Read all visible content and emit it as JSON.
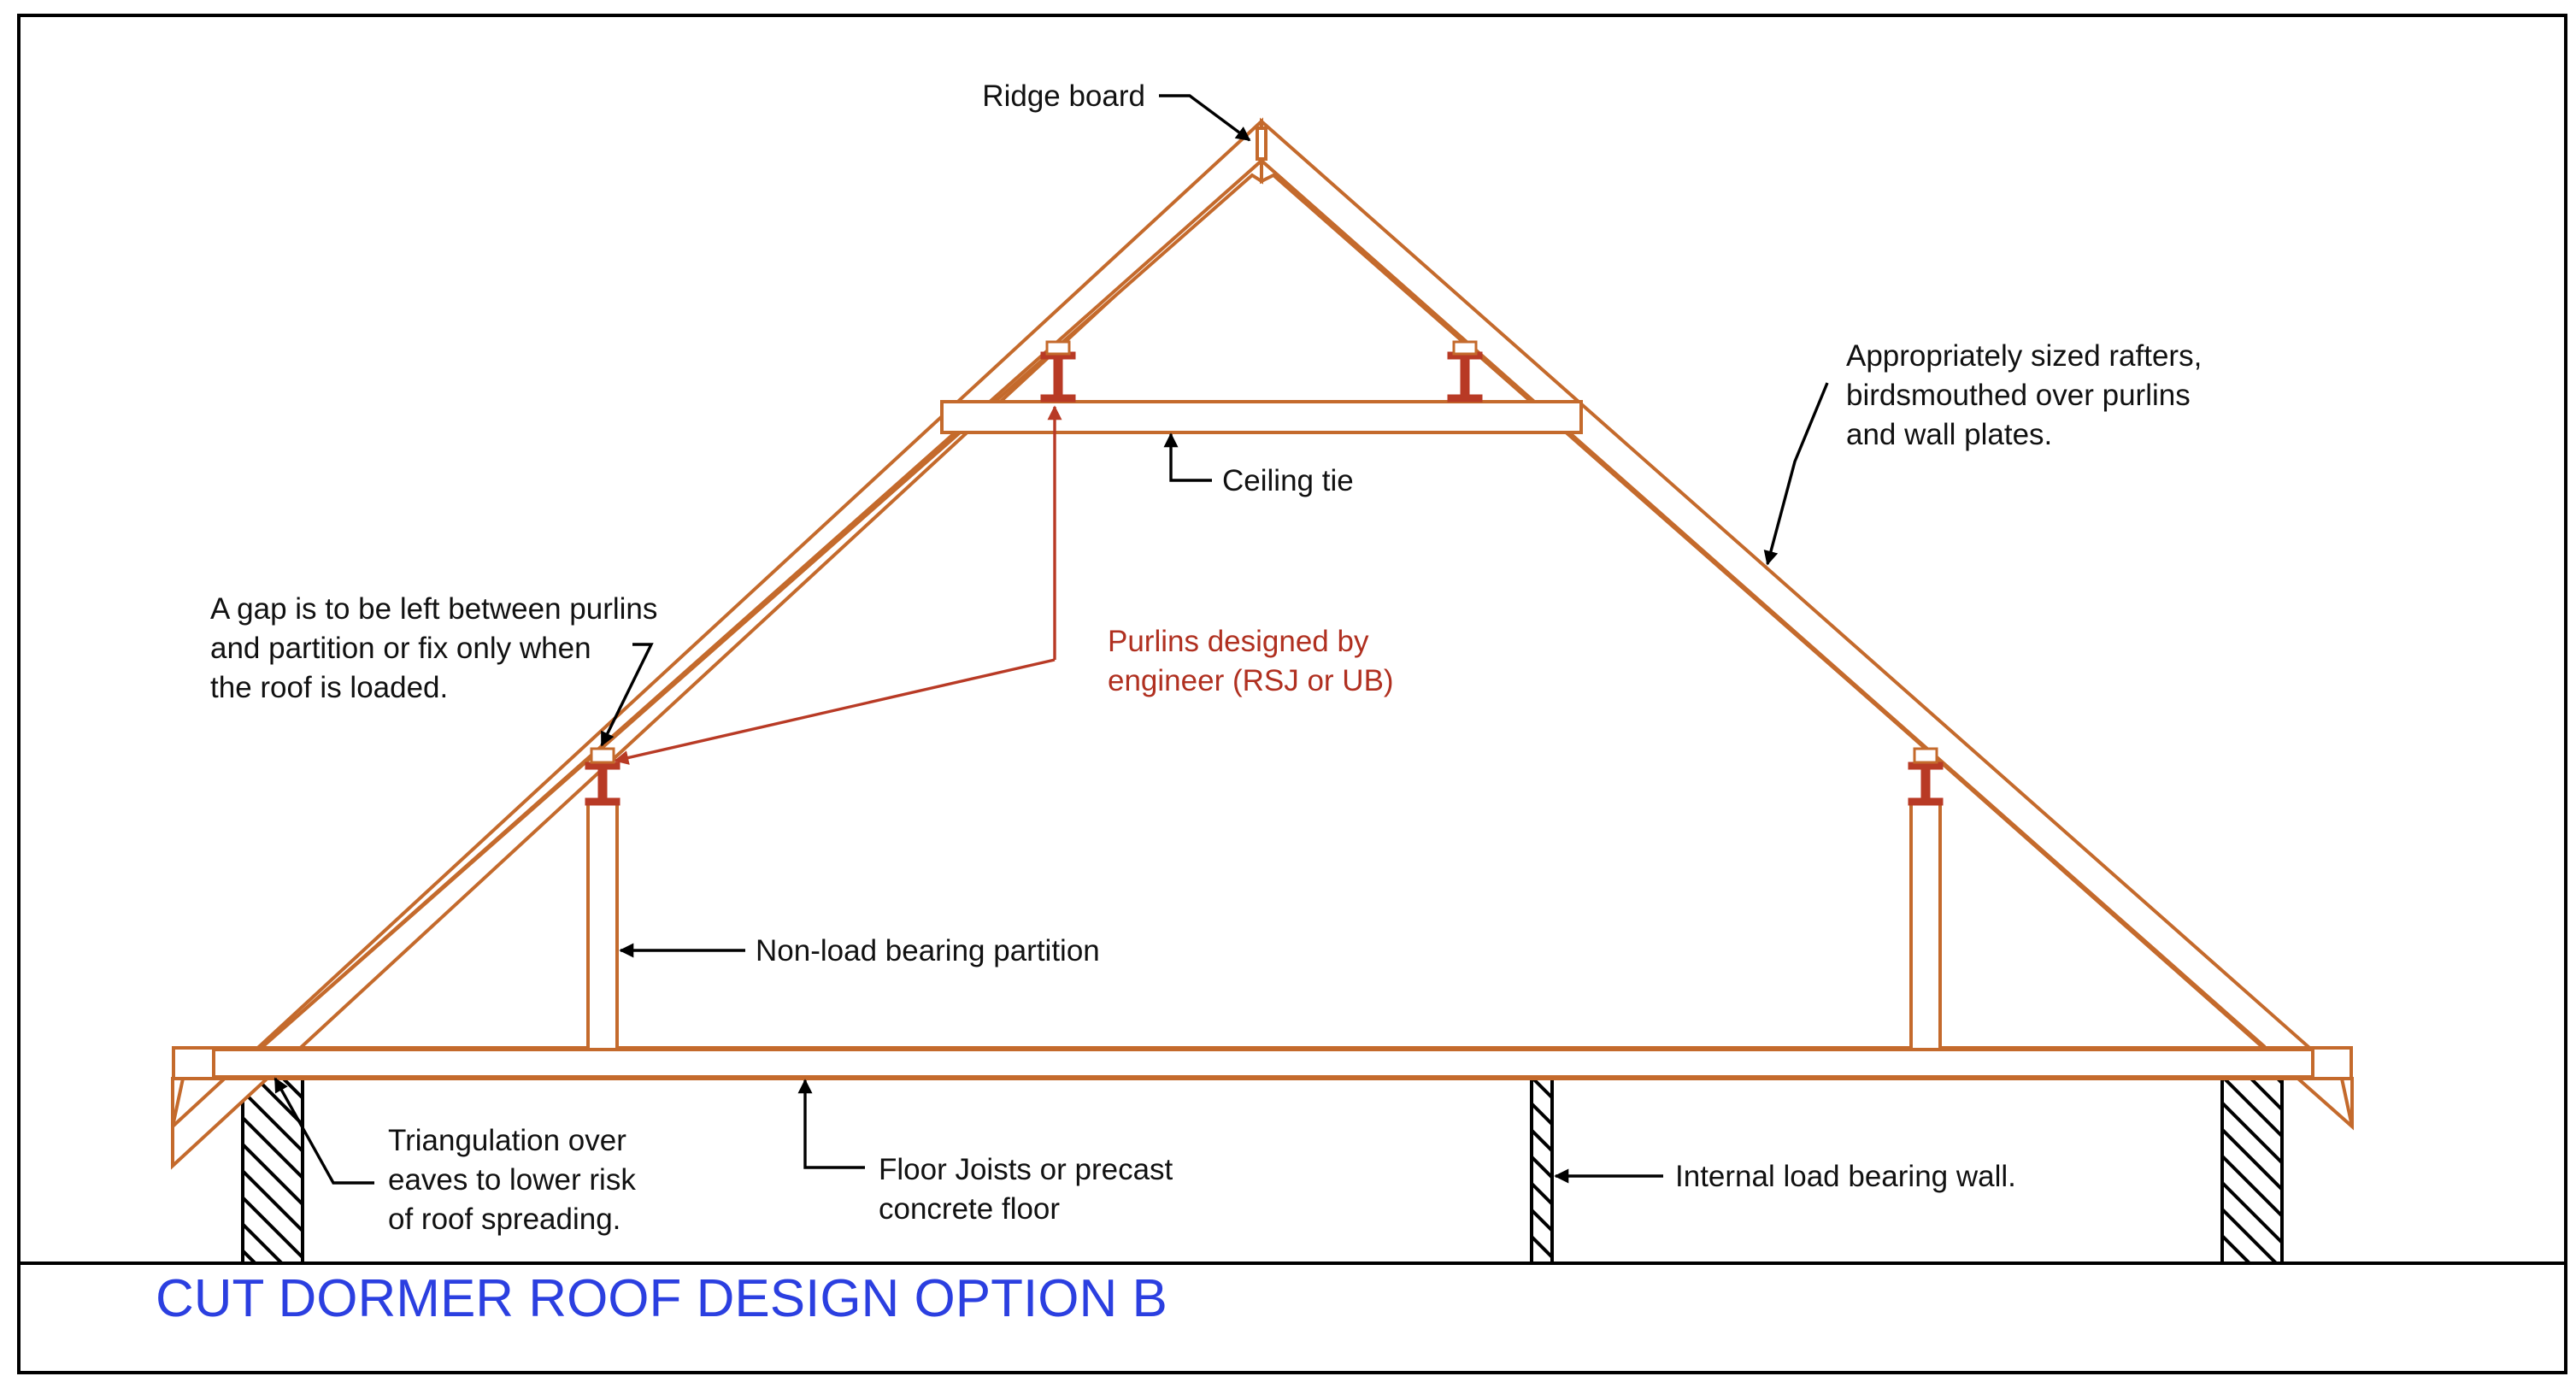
{
  "title": "CUT DORMER ROOF DESIGN OPTION B",
  "colors": {
    "timber": "#c46a2c",
    "purlin": "#b83a25",
    "title": "#2b3fe0",
    "ink": "#111111"
  },
  "labels": {
    "ridge_board": [
      "Ridge board"
    ],
    "rafters": [
      "Appropriately sized rafters,",
      "birdsmouthed over purlins",
      "and wall plates."
    ],
    "ceiling_tie": [
      "Ceiling tie"
    ],
    "gap_note": [
      "A gap is to be left between purlins",
      "and partition or fix only when",
      "the roof is loaded."
    ],
    "purlins": [
      "Purlins designed by",
      "engineer (RSJ or UB)"
    ],
    "partition": [
      "Non-load bearing partition"
    ],
    "triangulation": [
      "Triangulation over",
      "eaves to lower risk",
      "of roof spreading."
    ],
    "floor_joists": [
      "Floor Joists or precast",
      "concrete floor"
    ],
    "internal_wall": [
      "Internal load bearing wall."
    ]
  }
}
